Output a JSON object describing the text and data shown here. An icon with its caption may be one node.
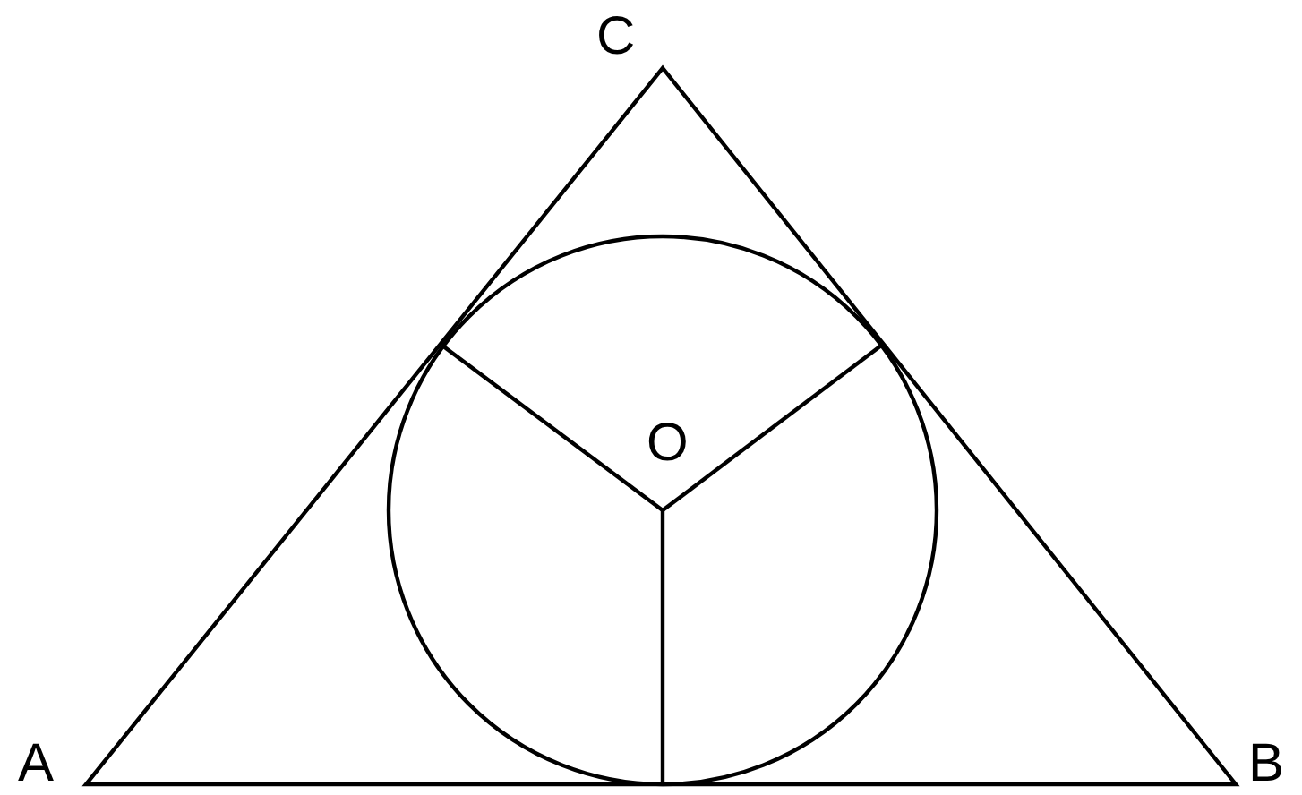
{
  "diagram": {
    "labels": [
      "C",
      "O",
      "A",
      "B"
    ]
  }
}
